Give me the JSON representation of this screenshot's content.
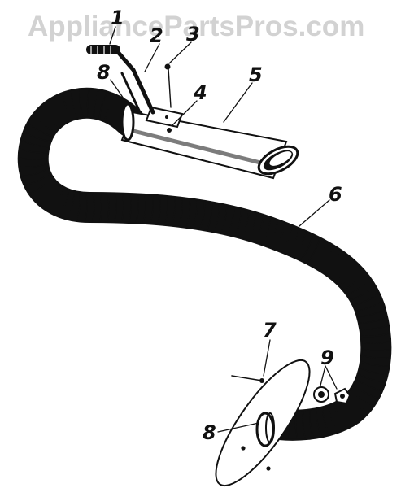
{
  "watermark": "AppliancePartsPros.com",
  "callouts": [
    {
      "id": "c1",
      "text": "1"
    },
    {
      "id": "c2",
      "text": "2"
    },
    {
      "id": "c3",
      "text": "3"
    },
    {
      "id": "c4",
      "text": "4"
    },
    {
      "id": "c5",
      "text": "5"
    },
    {
      "id": "c6",
      "text": "6"
    },
    {
      "id": "c7",
      "text": "7"
    },
    {
      "id": "c8a",
      "text": "8"
    },
    {
      "id": "c8b",
      "text": "8"
    },
    {
      "id": "c9",
      "text": "9"
    }
  ],
  "colors": {
    "ink": "#111111",
    "watermark": "#d2d2d2",
    "background": "#ffffff"
  }
}
